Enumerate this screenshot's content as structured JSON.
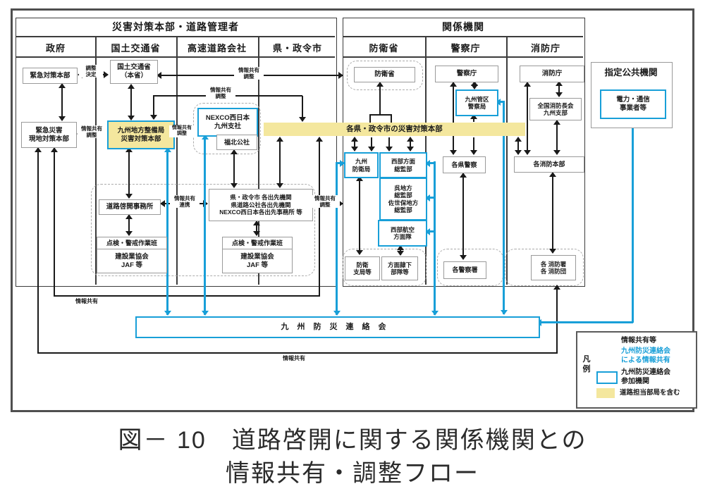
{
  "header": {
    "left_section": "災害対策本部・道路管理者",
    "right_section": "関係機関",
    "designated_public": "指定公共機関"
  },
  "columns": {
    "government": "政府",
    "mlit": "国土交通省",
    "expressway": "高速道路会社",
    "prefecture": "県・政令市",
    "defense": "防衛省",
    "police": "警察庁",
    "fire": "消防庁"
  },
  "boxes": {
    "emergency_hq": "緊急対策本部",
    "emergency_onsite_hq": "緊急災害\n現地対策本部",
    "mlit_main": "国土交通省\n（本省）",
    "kyushu_regional_hq": "九州地方整備局\n災害対策本部",
    "nexco_west": "NEXCO西日本\n九州支社",
    "fukukita": "福北公社",
    "pref_band": "各県・政令市の災害対策本部",
    "road_clearing_office": "道路啓開事務所",
    "inspection_team_left": "点検・警戒作業班",
    "construction_left": "建設業協会\nJAF 等",
    "branch_offices": "県・政令市 各出先機関\n県道路公社各出先機関\nNEXCO西日本各出先事務所 等",
    "inspection_team_right": "点検・警戒作業班",
    "construction_right": "建設業協会\nJAF 等",
    "mod_box": "防衛省",
    "kyushu_defense_bureau": "九州\n防衛局",
    "western_army": "西部方面\n総監部",
    "kure_sasebo": "呉地方\n総監部\n佐世保地方\n総監部",
    "western_air": "西部航空\n方面隊",
    "defense_branch": "防衛\n支局等",
    "subordinate_units": "方面隷下\n部隊等",
    "npa_box": "警察庁",
    "kyushu_police_bureau": "九州管区\n警察局",
    "pref_police": "各県警察",
    "police_stations": "各警察署",
    "fdma_box": "消防庁",
    "fire_chiefs_assoc": "全国消防長会\n九州支部",
    "fire_hq": "各消防本部",
    "fire_stations": "各 消防署\n各 消防団",
    "power_telecom": "電力・通信\n事業者等",
    "liaison_council": "九州防災連絡会"
  },
  "arrow_labels": {
    "adjust_decide": "調整\n決定",
    "info_adjust_top": "情報共有\n調整",
    "info_adjust_mid": "情報共有\n調整",
    "info_adjust_left": "情報共有\n調整",
    "info_adjust_right": "情報共有\n調整",
    "info_coordinate": "情報共有\n連携",
    "info_adjust_defense": "情報共有\n調整",
    "info_share_1": "情報共有",
    "info_share_2": "情報共有"
  },
  "legend": {
    "title": "凡\n例",
    "item1": "情報共有等",
    "item2": "九州防災連絡会\nによる情報共有",
    "item3": "九州防災連絡会\n参加機関",
    "item4": "道路担当部局を含む"
  },
  "caption": {
    "line1": "図－ 10　道路啓開に関する関係機関との",
    "line2": "情報共有・調整フロー"
  },
  "colors": {
    "accent_cyan": "#189fd8",
    "highlight_yellow": "#f4e79e"
  }
}
